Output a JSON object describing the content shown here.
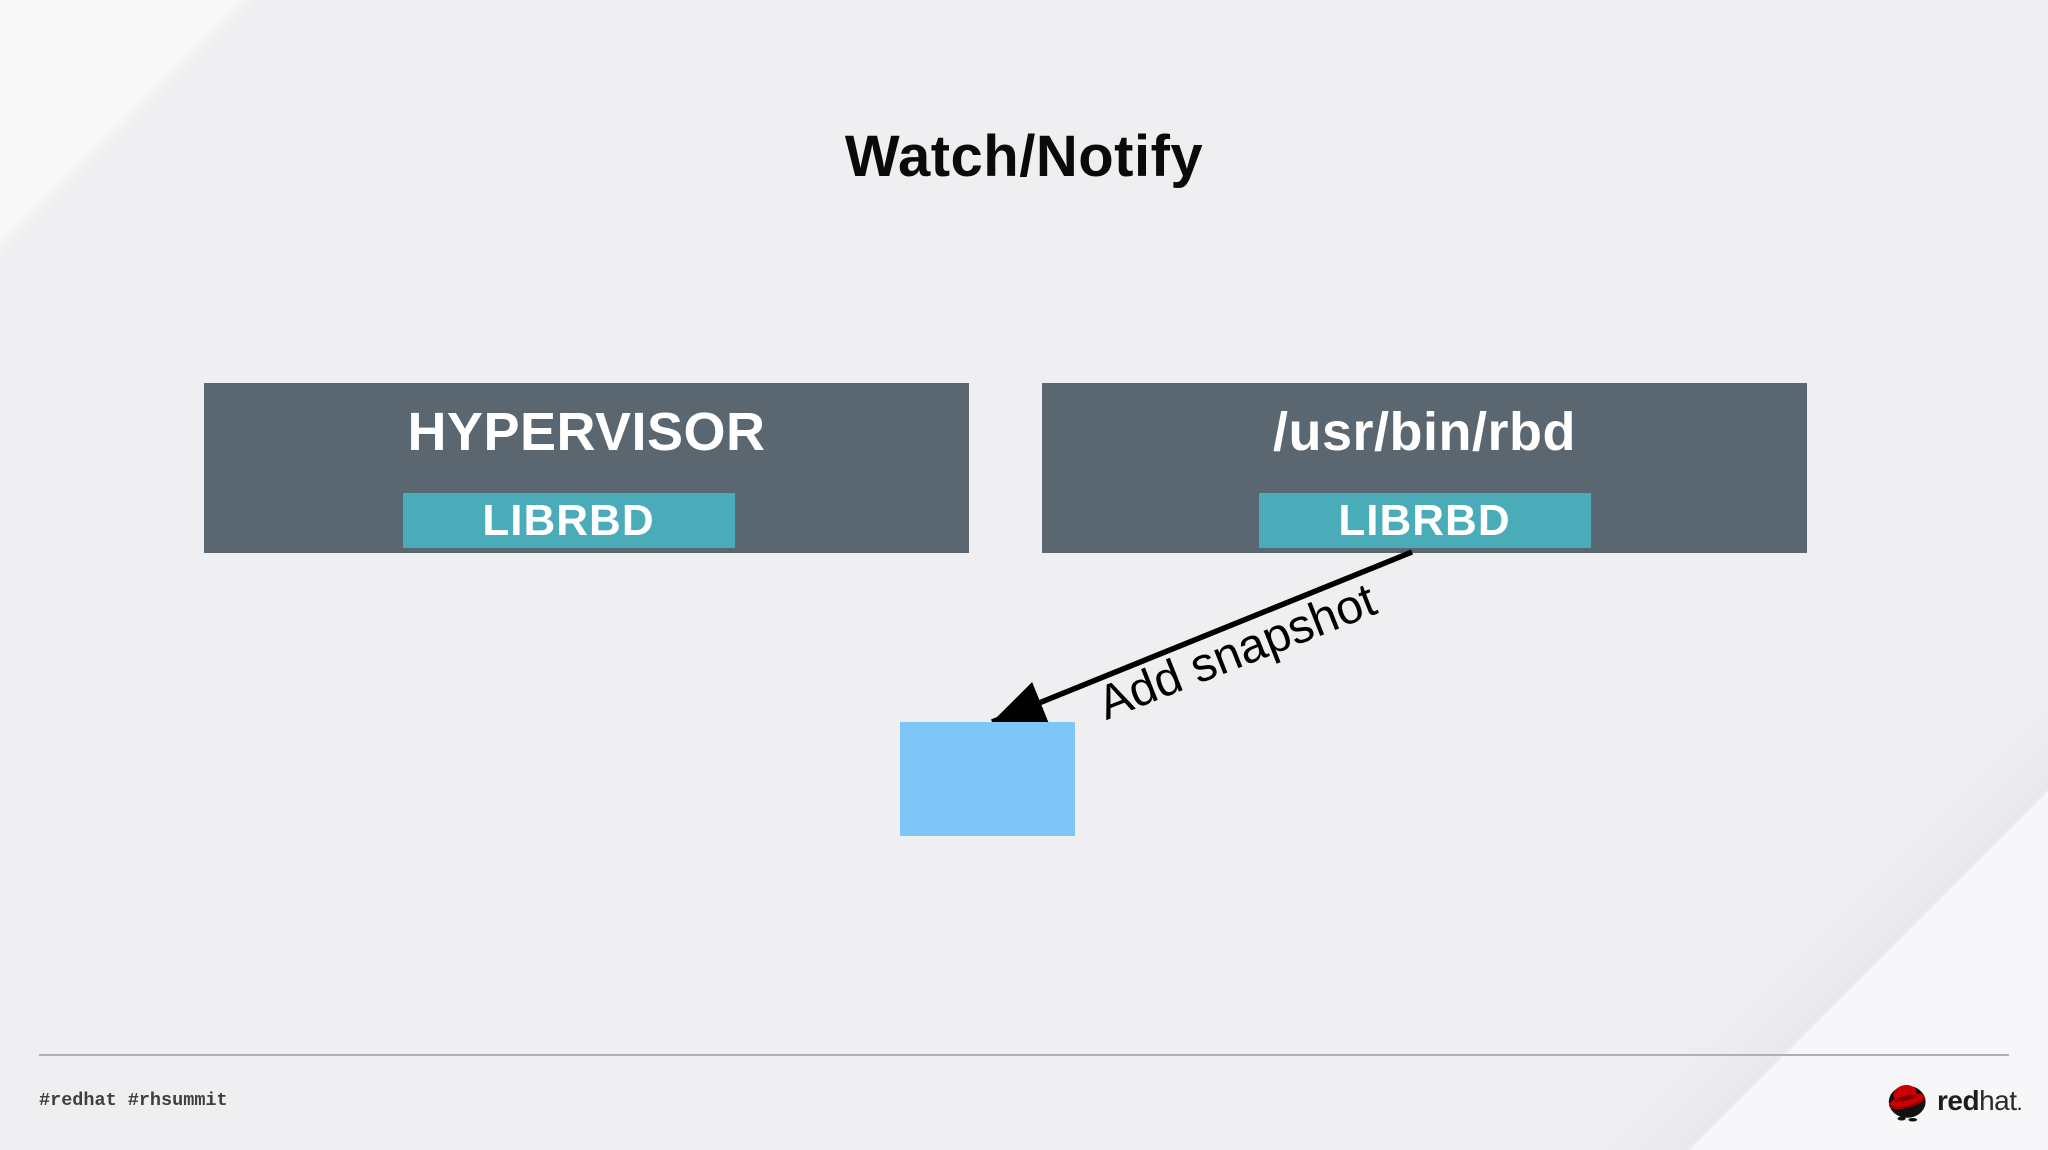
{
  "slide": {
    "title": "Watch/Notify",
    "nodes": [
      {
        "title": "HYPERVISOR",
        "sub_label": "LIBRBD"
      },
      {
        "title": "/usr/bin/rbd",
        "sub_label": "LIBRBD"
      }
    ],
    "arrow": {
      "label": "Add snapshot"
    },
    "footer": {
      "hashtags": [
        "#redhat",
        "#rhsummit"
      ],
      "logo": {
        "bold": "red",
        "regular": "hat",
        "period": "."
      }
    },
    "colors": {
      "node_bg": "#5b6770",
      "sub_bg": "#4aacb8",
      "object_bg": "#7fc6f8",
      "arrow_color": "#000000",
      "logo_red": "#cc0000"
    }
  }
}
